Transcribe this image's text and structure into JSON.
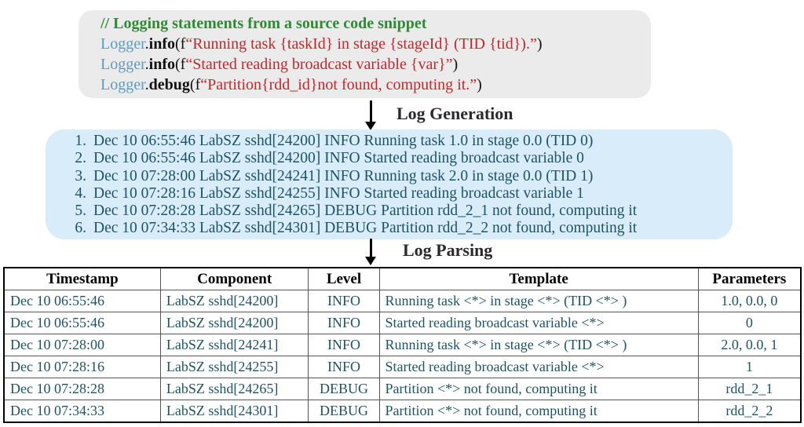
{
  "colors": {
    "code_box_bg": "#ebebeb",
    "log_box_bg": "#d9ecfa",
    "comment_green": "#2e8b33",
    "logger_blue": "#5f9bbf",
    "string_red": "#c4262d",
    "log_text_teal": "#1d5364",
    "arrow_black": "#000000"
  },
  "code_box": {
    "comment": "// Logging statements from a source code snippet",
    "lines": [
      {
        "object": "Logger",
        "dot": ".",
        "method": "info",
        "open": "(f",
        "string": "“Running task {taskId} in stage {stageId} (TID {tid}).”",
        "close": ")"
      },
      {
        "object": "Logger",
        "dot": ".",
        "method": "info",
        "open": "(f",
        "string": "“Started reading broadcast variable {var}”",
        "close": ")"
      },
      {
        "object": "Logger",
        "dot": ".",
        "method": "debug",
        "open": "(f",
        "string": "“Partition{rdd_id}not found, computing it.”",
        "close": ")"
      }
    ]
  },
  "flow": {
    "generation_label": "Log Generation",
    "parsing_label": "Log Parsing"
  },
  "log_box": {
    "lines": [
      {
        "num": "1.",
        "text": "Dec 10 06:55:46 LabSZ sshd[24200] INFO Running task 1.0 in stage 0.0 (TID 0)"
      },
      {
        "num": "2.",
        "text": "Dec 10 06:55:46 LabSZ sshd[24200] INFO Started reading broadcast variable 0"
      },
      {
        "num": "3.",
        "text": "Dec 10 07:28:00 LabSZ sshd[24241] INFO Running task 2.0 in stage 0.0 (TID 1)"
      },
      {
        "num": "4.",
        "text": "Dec 10 07:28:16 LabSZ sshd[24255] INFO Started reading broadcast variable 1"
      },
      {
        "num": "5.",
        "text": "Dec 10 07:28:28 LabSZ sshd[24265] DEBUG Partition rdd_2_1 not found, computing it"
      },
      {
        "num": "6.",
        "text": "Dec 10 07:34:33 LabSZ sshd[24301] DEBUG Partition rdd_2_2 not found, computing it"
      }
    ]
  },
  "table": {
    "headers": [
      "Timestamp",
      "Component",
      "Level",
      "Template",
      "Parameters"
    ],
    "rows": [
      {
        "timestamp": "Dec 10 06:55:46",
        "component": "LabSZ sshd[24200]",
        "level": "INFO",
        "template": "Running task <*> in stage <*>  (TID <*> )",
        "parameters": "1.0, 0.0, 0"
      },
      {
        "timestamp": "Dec 10 06:55:46",
        "component": "LabSZ sshd[24200]",
        "level": "INFO",
        "template": "Started reading broadcast variable <*>",
        "parameters": "0"
      },
      {
        "timestamp": "Dec 10 07:28:00",
        "component": "LabSZ sshd[24241]",
        "level": "INFO",
        "template": "Running task <*> in stage <*>  (TID <*> )",
        "parameters": "2.0, 0.0, 1"
      },
      {
        "timestamp": "Dec 10 07:28:16",
        "component": "LabSZ sshd[24255]",
        "level": "INFO",
        "template": "Started reading broadcast variable <*>",
        "parameters": "1"
      },
      {
        "timestamp": "Dec 10 07:28:28",
        "component": "LabSZ sshd[24265]",
        "level": "DEBUG",
        "template": "Partition <*> not found, computing it",
        "parameters": "rdd_2_1"
      },
      {
        "timestamp": "Dec 10 07:34:33",
        "component": "LabSZ sshd[24301]",
        "level": "DEBUG",
        "template": "Partition <*> not found, computing it",
        "parameters": "rdd_2_2"
      }
    ]
  }
}
